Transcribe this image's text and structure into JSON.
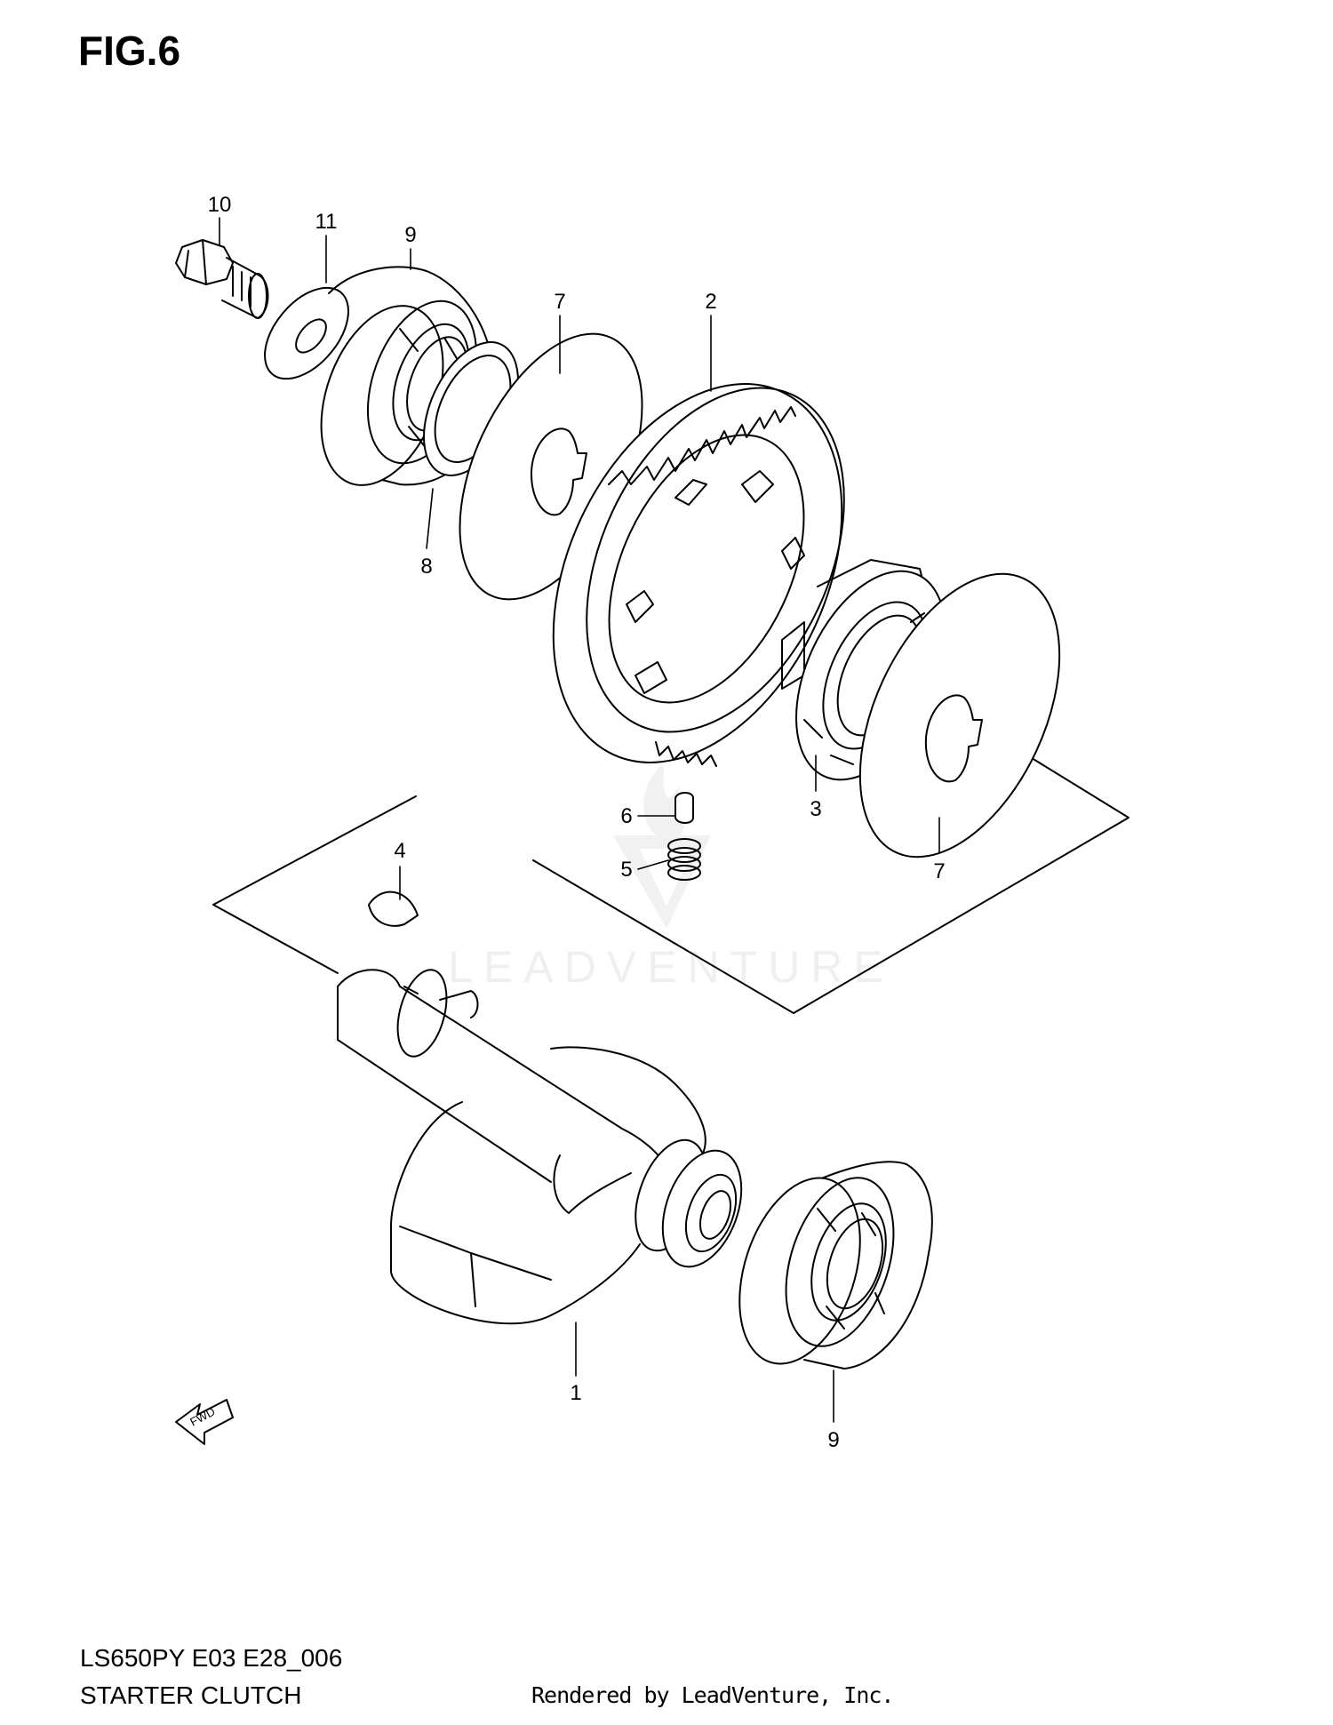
{
  "figure": {
    "title": "FIG.6",
    "model_code": "LS650PY E03 E28_006",
    "section_name": "STARTER CLUTCH",
    "rendered_by": "Rendered by LeadVenture, Inc.",
    "watermark": "LEADVENTURE"
  },
  "callouts": [
    "10",
    "11",
    "9",
    "7",
    "2",
    "8",
    "3",
    "7",
    "6",
    "5",
    "4",
    "1",
    "9"
  ],
  "direction_badge": "FWD",
  "colors": {
    "line": "#000000",
    "watermark": "#e6e6e6",
    "background": "#ffffff"
  }
}
